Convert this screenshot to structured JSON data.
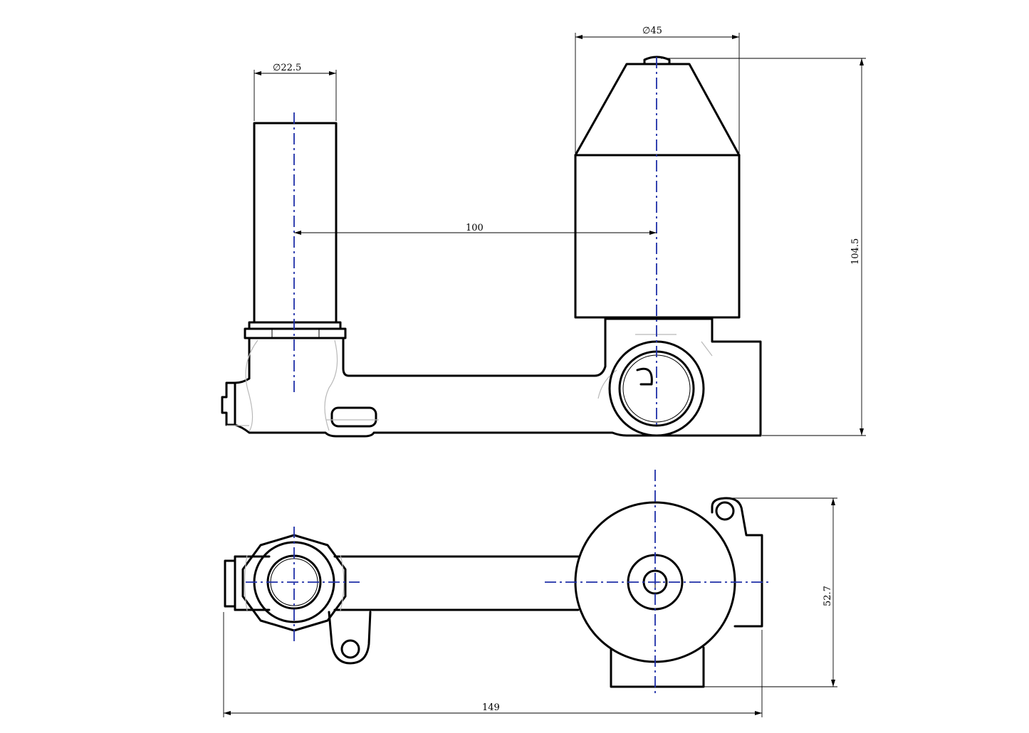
{
  "dimensions": {
    "inlet_diameter": "∅22.5",
    "body_diameter": "∅45",
    "center_distance": "100",
    "total_height": "104.5",
    "total_length": "149",
    "plan_depth": "52.7"
  },
  "colors": {
    "outline": "#000000",
    "centerline": "#1f2fa8",
    "hidden_line": "#b8b8b8",
    "background": "#ffffff"
  }
}
